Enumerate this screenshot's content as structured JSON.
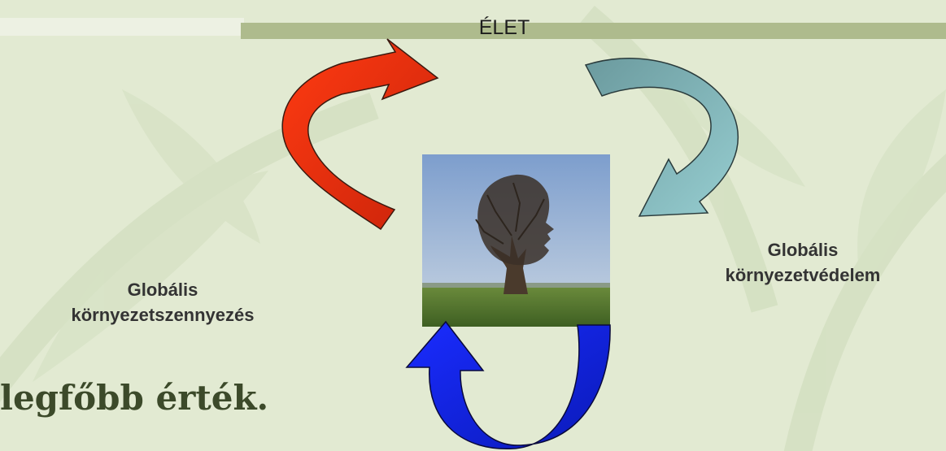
{
  "diagram": {
    "top_label": "ÉLET",
    "left_label_line1": "Globális",
    "left_label_line2": "környezetszennyezés",
    "right_label_line1": "Globális",
    "right_label_line2": "környezetvédelem",
    "caption": "legfőbb érték."
  },
  "colors": {
    "red_arrow": "#e52a0c",
    "teal_arrow": "#7cb4b6",
    "blue_arrow": "#0a1ee0",
    "background": "#e2ead2",
    "bar": "#aebb8d"
  },
  "image": {
    "name": "tree-shaped-head-photo"
  }
}
